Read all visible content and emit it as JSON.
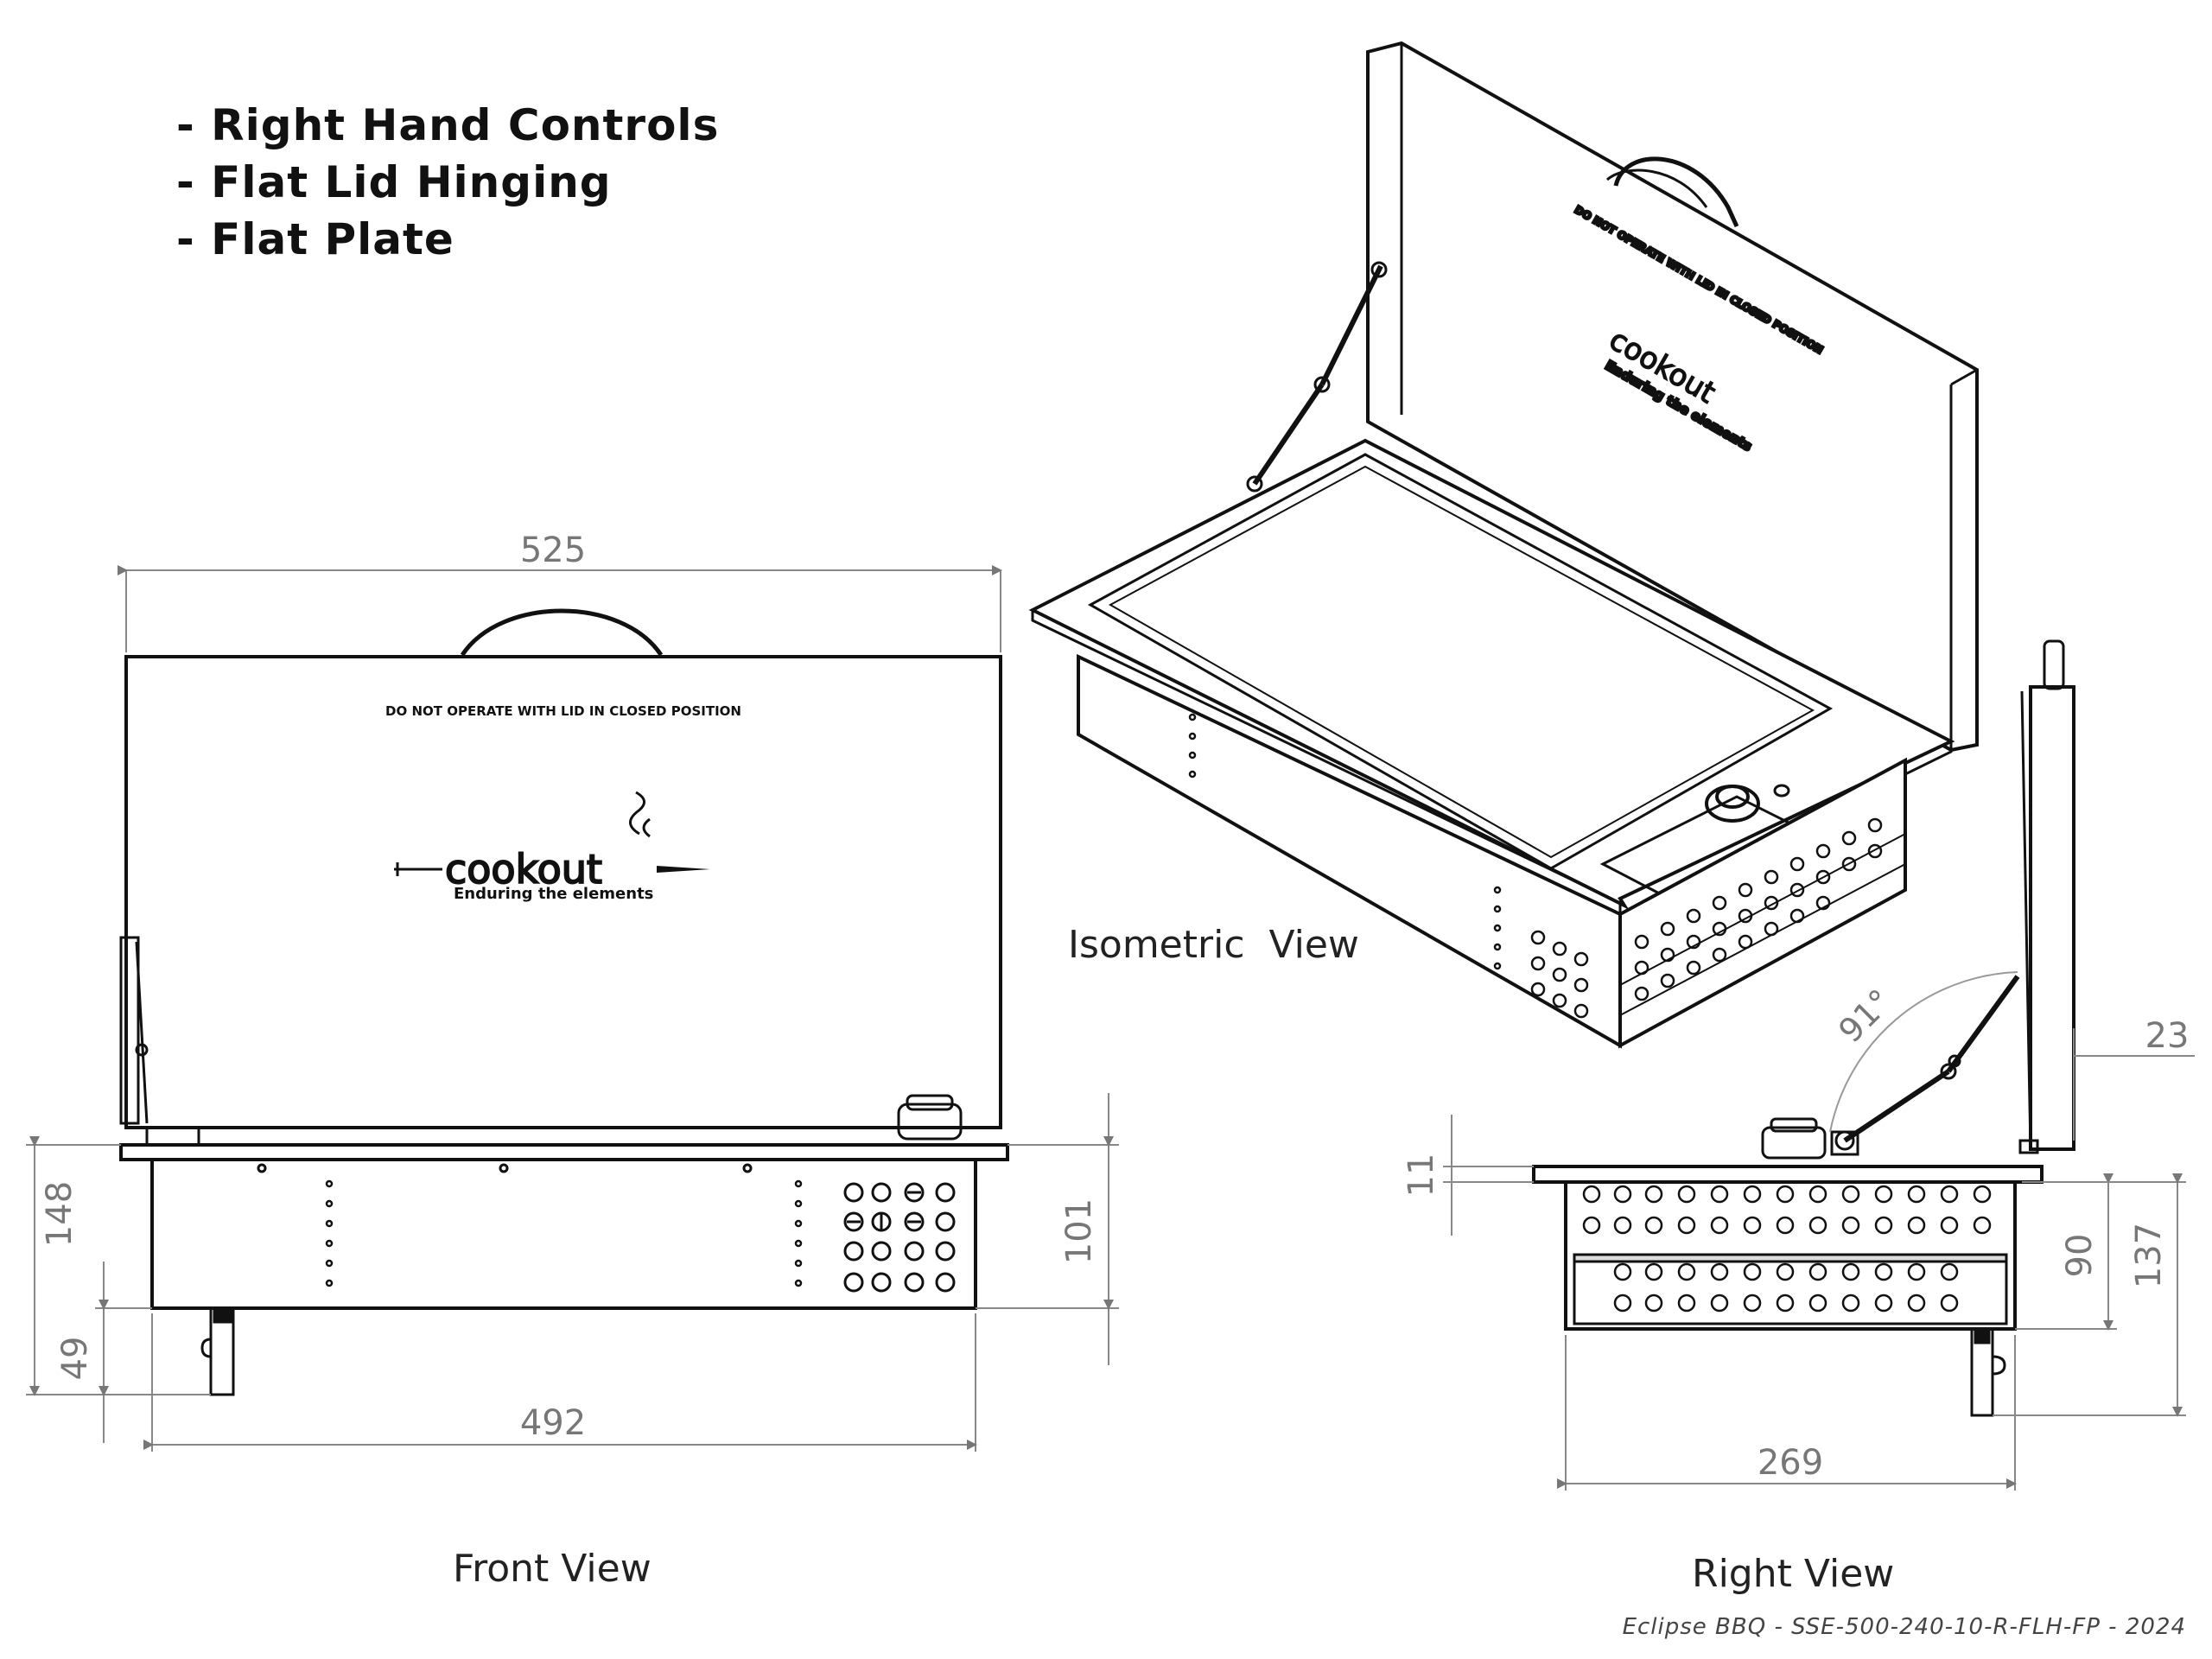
{
  "features": [
    "- Right Hand Controls",
    "- Flat Lid Hinging",
    "- Flat Plate"
  ],
  "views": {
    "front": "Front View",
    "isometric": "Isometric  View",
    "right": "Right View"
  },
  "lid": {
    "warning": "DO NOT OPERATE WITH LID IN CLOSED POSITION",
    "brand": "cookout",
    "tagline": "Enduring the elements"
  },
  "dimensions": {
    "front_width_top": "525",
    "front_width_bottom": "492",
    "front_height_total": "148",
    "front_height_body": "101",
    "front_leg": "49",
    "right_depth": "269",
    "right_lid_offset": "23",
    "right_lip": "11",
    "right_height_body": "90",
    "right_height_total": "137",
    "right_angle": "91°"
  },
  "footer": "Eclipse BBQ - SSE-500-240-10-R-FLH-FP - 2024"
}
